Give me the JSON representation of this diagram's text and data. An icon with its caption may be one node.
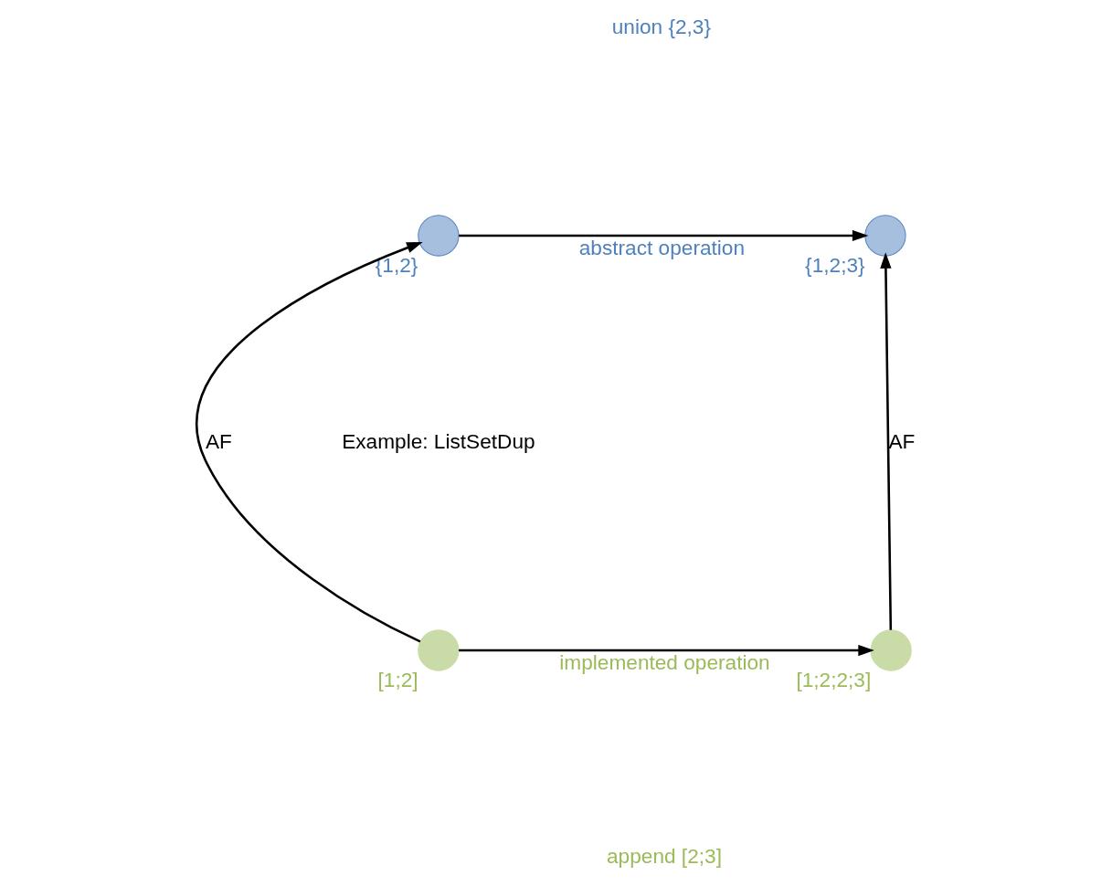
{
  "diagram": {
    "nodes": [
      {
        "text": [],
        "shape": "circle",
        "beside": [
          "{1,2}"
        ]
      },
      {
        "text": [],
        "shape": "circle",
        "beside": [
          "{1,2;3}"
        ]
      },
      {
        "text": [],
        "shape": "circle",
        "beside": [
          "[1;2]"
        ]
      },
      {
        "text": [],
        "shape": "circle",
        "beside": [
          "[1;2;2;3]"
        ]
      }
    ],
    "edges": [
      {
        "from": 0,
        "to": 1,
        "arrow": "to",
        "label": "abstract operation"
      },
      {
        "from": 2,
        "to": 0,
        "arrow": "to",
        "label": "AF"
      },
      {
        "from": 3,
        "to": 1,
        "arrow": "to",
        "label": "AF"
      },
      {
        "from": 2,
        "to": 3,
        "arrow": "to",
        "label": "implemented operation"
      }
    ],
    "labels": [
      "union {2,3}",
      "Example: ListSetDup",
      "append [2;3]"
    ]
  }
}
